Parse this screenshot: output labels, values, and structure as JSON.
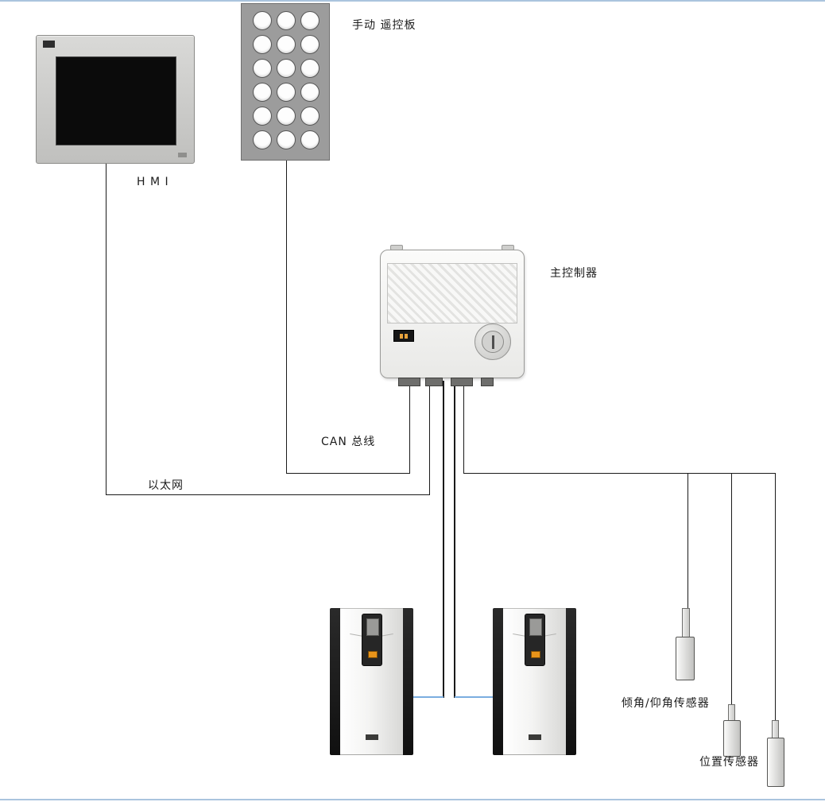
{
  "labels": {
    "hmi": "H M I",
    "remote_panel": "手动 遥控板",
    "controller": "主控制器",
    "can_bus": "CAN 总线",
    "ethernet": "以太网",
    "tilt_sensor": "倾角/仰角传感器",
    "position_sensor": "位置传感器"
  },
  "remote_panel": {
    "button_rows": 6,
    "button_cols": 3
  },
  "colors": {
    "connection_line": "#1a1a1a",
    "drive_link_line": "#7aade0",
    "page_frame_line": "#aac4de",
    "remote_panel_bg": "#9c9c9c",
    "drive_logo_orange": "#e8941a",
    "controller_display_segments": "#e8a33d"
  }
}
